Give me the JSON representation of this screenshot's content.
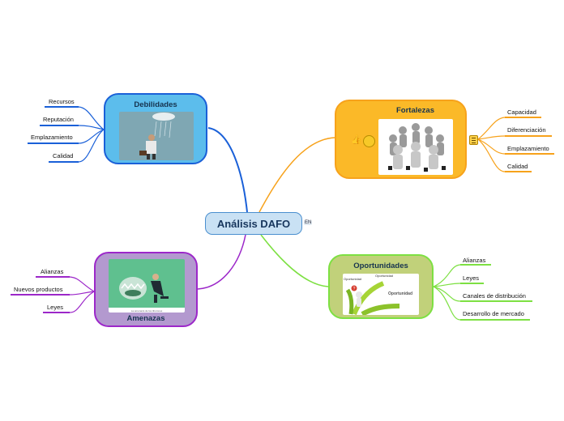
{
  "central": {
    "title": "Análisis DAFO",
    "badge": "EN"
  },
  "debilidades": {
    "title": "Debilidades",
    "items": [
      "Recursos",
      "Reputación",
      "Emplazamiento",
      "Calidad"
    ],
    "color": "#1a60d8"
  },
  "fortalezas": {
    "title": "Fortalezas",
    "items": [
      "Capacidad",
      "Diferenciación",
      "Emplazamiento",
      "Calidad"
    ],
    "color": "#f7a21b"
  },
  "amenazas": {
    "title": "Amenazas",
    "items": [
      "Alianzas",
      "Nuevos productos",
      "Leyes"
    ],
    "color": "#9c27c9"
  },
  "oportunidades": {
    "title": "Oportunidades",
    "items": [
      "Alianzas",
      "Leyes",
      "Canales de distribución",
      "Desarrollo de mercado"
    ],
    "color": "#7de042",
    "image_labels": {
      "a": "Oportunidad",
      "b": "Oportunidad",
      "c": "Oportunidad"
    }
  },
  "amenazas_image_caption": "La amenaza de los tiburones"
}
